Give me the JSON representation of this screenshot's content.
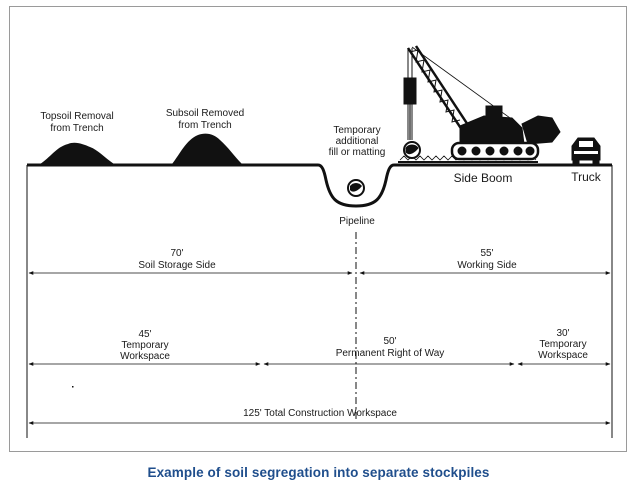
{
  "labels": {
    "topsoil": [
      "Topsoil Removal",
      "from Trench"
    ],
    "subsoil": [
      "Subsoil Removed",
      "from Trench"
    ],
    "temporary_fill": [
      "Temporary",
      "additional",
      "fill or matting"
    ],
    "pipeline": "Pipeline",
    "side_boom": "Side Boom",
    "truck": "Truck"
  },
  "dimensions": {
    "soil_storage": {
      "value": "70'",
      "label": "Soil Storage Side"
    },
    "working": {
      "value": "55'",
      "label": "Working Side"
    },
    "temp_left": {
      "value": "45'",
      "label1": "Temporary",
      "label2": "Workspace"
    },
    "permanent": {
      "value": "50'",
      "label": "Permanent Right of Way"
    },
    "temp_right": {
      "value": "30'",
      "label1": "Temporary",
      "label2": "Workspace"
    },
    "total": {
      "label": "125' Total Construction Workspace"
    }
  },
  "caption": "Example of soil segregation into separate stockpiles",
  "colors": {
    "caption": "#1f4e8c",
    "ink": "#111111"
  }
}
